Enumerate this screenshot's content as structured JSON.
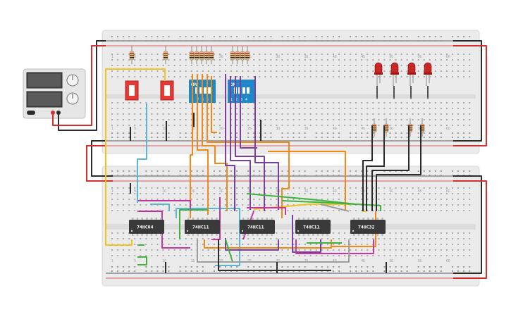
{
  "canvas": {
    "title": ""
  },
  "breadboard_top": {
    "column_numbers": [
      "1",
      "5",
      "10",
      "15",
      "20",
      "25",
      "30",
      "35",
      "40",
      "45",
      "50",
      "55",
      "60"
    ],
    "row_letters_left": [
      "J",
      "I",
      "H",
      "G",
      "F",
      "E",
      "D",
      "C",
      "B",
      "A"
    ]
  },
  "breadboard_bottom": {
    "column_numbers": [
      "1",
      "5",
      "10",
      "15",
      "20",
      "25",
      "30",
      "35",
      "40",
      "45",
      "50",
      "55",
      "60"
    ]
  },
  "power_supply": {
    "label": "",
    "knob_count": 2
  },
  "dip_switches": [
    {
      "on_label": "ON",
      "positions": [
        "1",
        "2",
        "3",
        "4"
      ]
    },
    {
      "on_label": "ON",
      "positions": [
        "1",
        "2",
        "3",
        "4"
      ]
    }
  ],
  "chips": [
    {
      "label": "74HC04"
    },
    {
      "label": "74HC11"
    },
    {
      "label": "74HC11"
    },
    {
      "label": "74HC11"
    },
    {
      "label": "74HC32"
    }
  ],
  "leds": {
    "count": 4,
    "color": "#c62828"
  },
  "pushbuttons": {
    "count": 2,
    "color": "#e53935"
  },
  "colors": {
    "wire_black": "#2b2b2b",
    "wire_red": "#d32f2f",
    "wire_orange": "#ef8a17",
    "wire_purple": "#7b3fa0",
    "wire_magenta": "#c2389f",
    "wire_green": "#3fb23f",
    "wire_cyan": "#5ab7cf",
    "wire_yellow": "#f0c419",
    "wire_gray": "#9e9e9e",
    "dip_blue": "#1e88c8",
    "chip_body": "#3a3a3a",
    "breadboard": "#ebebeb"
  }
}
